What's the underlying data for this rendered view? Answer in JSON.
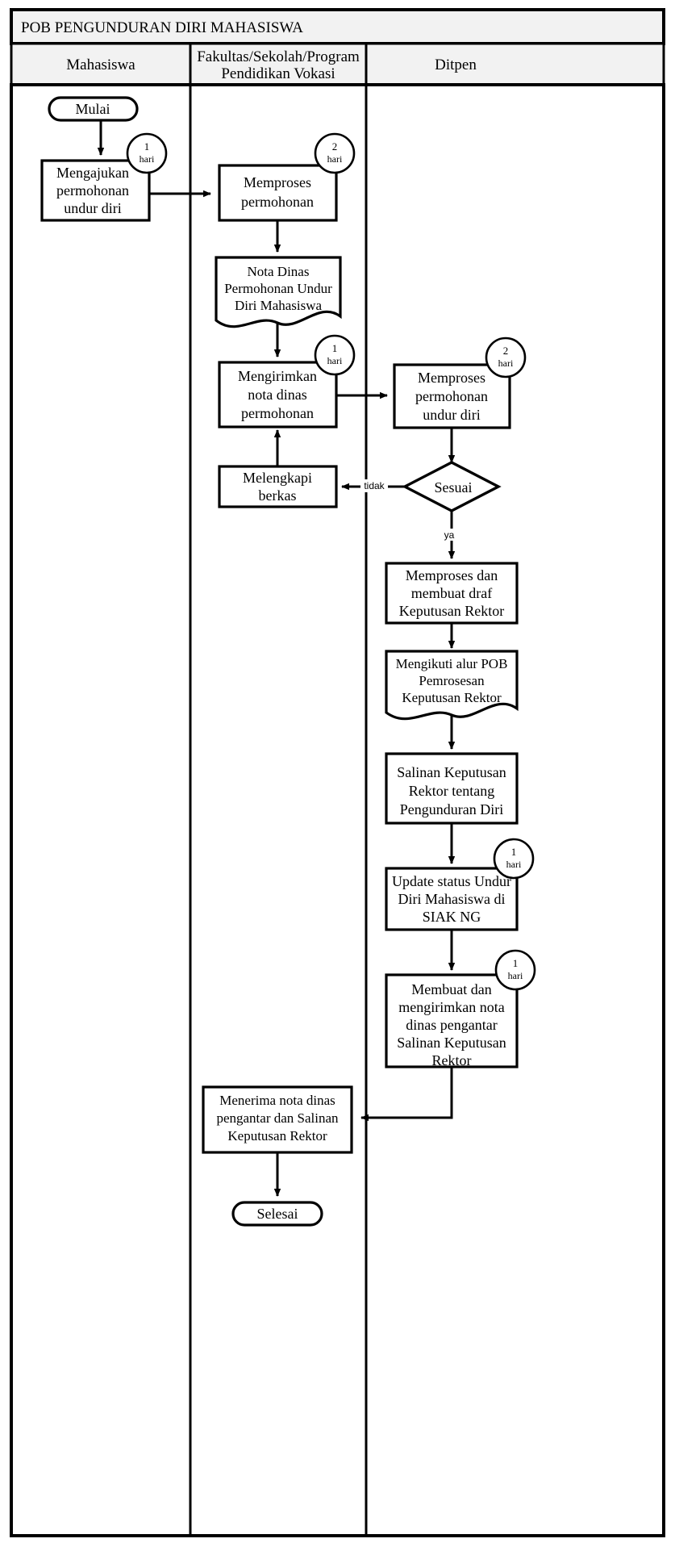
{
  "document": {
    "title": "POB PENGUNDURAN DIRI MAHASISWA"
  },
  "lanes": [
    {
      "id": "mahasiswa",
      "label": "Mahasiswa"
    },
    {
      "id": "fakultas",
      "label_line1": "Fakultas/Sekolah/Program",
      "label_line2": "Pendidikan Vokasi"
    },
    {
      "id": "ditpen",
      "label": "Ditpen"
    }
  ],
  "nodes": {
    "start": {
      "shape": "terminator",
      "lane": "mahasiswa",
      "label": "Mulai"
    },
    "mengajukan": {
      "shape": "process",
      "lane": "mahasiswa",
      "lines": [
        "Mengajukan",
        "permohonan",
        "undur diri"
      ],
      "duration_value": "1",
      "duration_unit": "hari"
    },
    "memproses_permohonan": {
      "shape": "process",
      "lane": "fakultas",
      "lines": [
        "Memproses",
        "permohonan"
      ],
      "duration_value": "2",
      "duration_unit": "hari"
    },
    "nota_dinas_doc": {
      "shape": "document",
      "lane": "fakultas",
      "lines": [
        "Nota Dinas",
        "Permohonan Undur",
        "Diri Mahasiswa"
      ]
    },
    "mengirimkan_nota": {
      "shape": "process",
      "lane": "fakultas",
      "lines": [
        "Mengirimkan",
        "nota dinas",
        "permohonan"
      ],
      "duration_value": "1",
      "duration_unit": "hari"
    },
    "melengkapi_berkas": {
      "shape": "process",
      "lane": "fakultas",
      "lines": [
        "Melengkapi",
        "berkas"
      ]
    },
    "memproses_undur_diri": {
      "shape": "process",
      "lane": "ditpen",
      "lines": [
        "Memproses",
        "permohonan",
        "undur diri"
      ],
      "duration_value": "2",
      "duration_unit": "hari"
    },
    "sesuai": {
      "shape": "decision",
      "lane": "ditpen",
      "label": "Sesuai"
    },
    "draf_keputusan": {
      "shape": "process",
      "lane": "ditpen",
      "lines": [
        "Memproses dan",
        "membuat draf",
        "Keputusan Rektor"
      ]
    },
    "alur_pob_doc": {
      "shape": "document",
      "lane": "ditpen",
      "lines": [
        "Mengikuti alur POB",
        "Pemrosesan",
        "Keputusan Rektor"
      ]
    },
    "salinan_keputusan": {
      "shape": "process",
      "lane": "ditpen",
      "lines": [
        "Salinan Keputusan",
        "Rektor tentang",
        "Pengunduran Diri"
      ]
    },
    "update_siak": {
      "shape": "process",
      "lane": "ditpen",
      "lines": [
        "Update status Undur",
        "Diri Mahasiswa di",
        "SIAK NG"
      ],
      "duration_value": "1",
      "duration_unit": "hari"
    },
    "membuat_nota_pengantar": {
      "shape": "process",
      "lane": "ditpen",
      "lines": [
        "Membuat dan",
        "mengirimkan nota",
        "dinas pengantar",
        "Salinan Keputusan",
        "Rektor"
      ],
      "duration_value": "1",
      "duration_unit": "hari"
    },
    "menerima_nota": {
      "shape": "process",
      "lane": "fakultas",
      "lines": [
        "Menerima nota dinas",
        "pengantar dan Salinan",
        "Keputusan Rektor"
      ]
    },
    "end": {
      "shape": "terminator",
      "lane": "fakultas",
      "label": "Selesai"
    }
  },
  "edge_labels": {
    "tidak": "tidak",
    "ya": "ya"
  },
  "colors": {
    "stroke": "#000000",
    "fill": "#ffffff",
    "header_fill": "#f2f2f2"
  }
}
